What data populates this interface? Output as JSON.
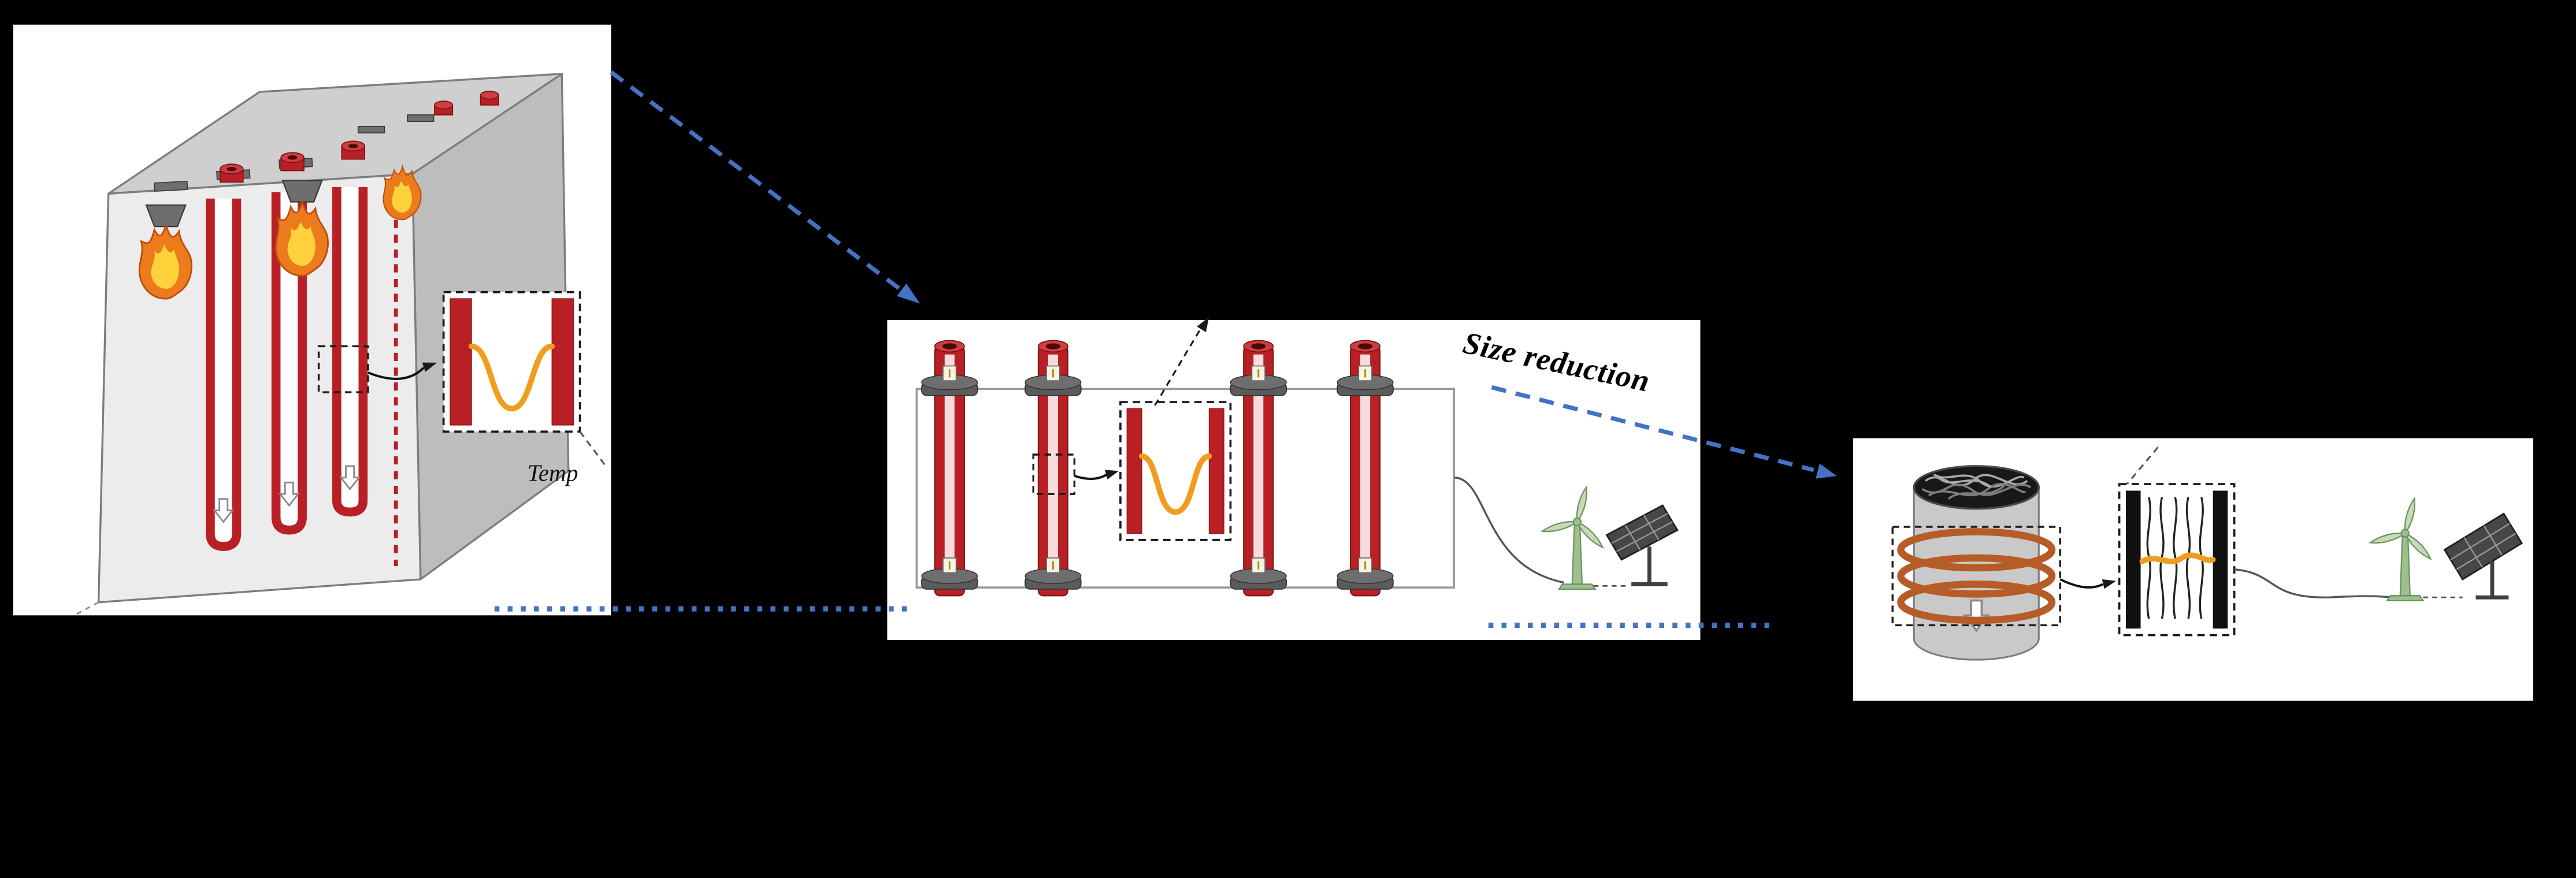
{
  "annotations": {
    "size_reduction_label": "Size reduction",
    "temperature_label_partial": "Temp"
  },
  "colors": {
    "background": "#000000",
    "panel_bg": "#ffffff",
    "tube_red": "#b92025",
    "tube_dark_red": "#7a1212",
    "curve_orange": "#f09c1e",
    "flame_outer": "#ec7b1c",
    "flame_inner": "#ffd23c",
    "blue_accent": "#4472c4",
    "metal_gray": "#5b5b5b",
    "coil_copper": "#b65c26",
    "turbine_green": "#9fbf8f",
    "solar_dark": "#474747"
  },
  "icons": {
    "flame": "flame-icon",
    "down_arrow": "down-arrow-icon",
    "wind_turbine": "wind-turbine-icon",
    "solar_panel": "solar-panel-icon",
    "temperature_curve": "temperature-curve-line",
    "zoom_inset": "dashed-zoom-box"
  }
}
